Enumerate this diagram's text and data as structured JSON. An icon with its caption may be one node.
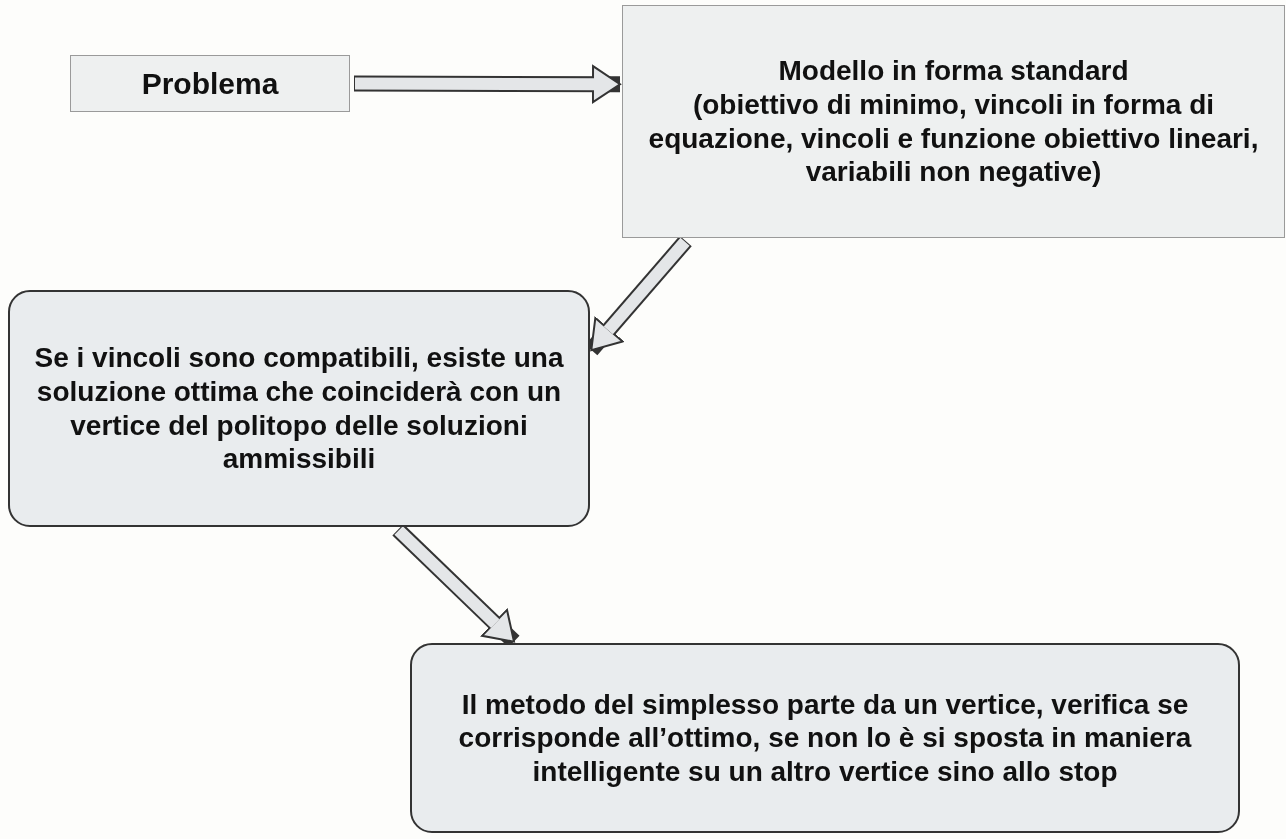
{
  "diagram": {
    "nodes": [
      {
        "text": [
          "Problema"
        ]
      },
      {
        "text": [
          "Modello in forma standard",
          "(obiettivo di minimo, vincoli in forma di equazione, vincoli e funzione obiettivo lineari, variabili non negative)"
        ]
      },
      {
        "text": [
          "Se i vincoli sono compatibili, esiste una soluzione ottima che coinciderà con un vertice del politopo delle soluzioni ammissibili"
        ]
      },
      {
        "text": [
          "Il metodo del simplesso parte da un vertice, verifica se corrisponde all’ottimo, se non lo è si sposta in maniera intelligente su un altro vertice sino allo stop"
        ]
      }
    ],
    "edges": [
      {
        "from": 0,
        "to": 1,
        "arrow": "to"
      },
      {
        "from": 1,
        "to": 2,
        "arrow": "to"
      },
      {
        "from": 2,
        "to": 3,
        "arrow": "to"
      }
    ]
  }
}
